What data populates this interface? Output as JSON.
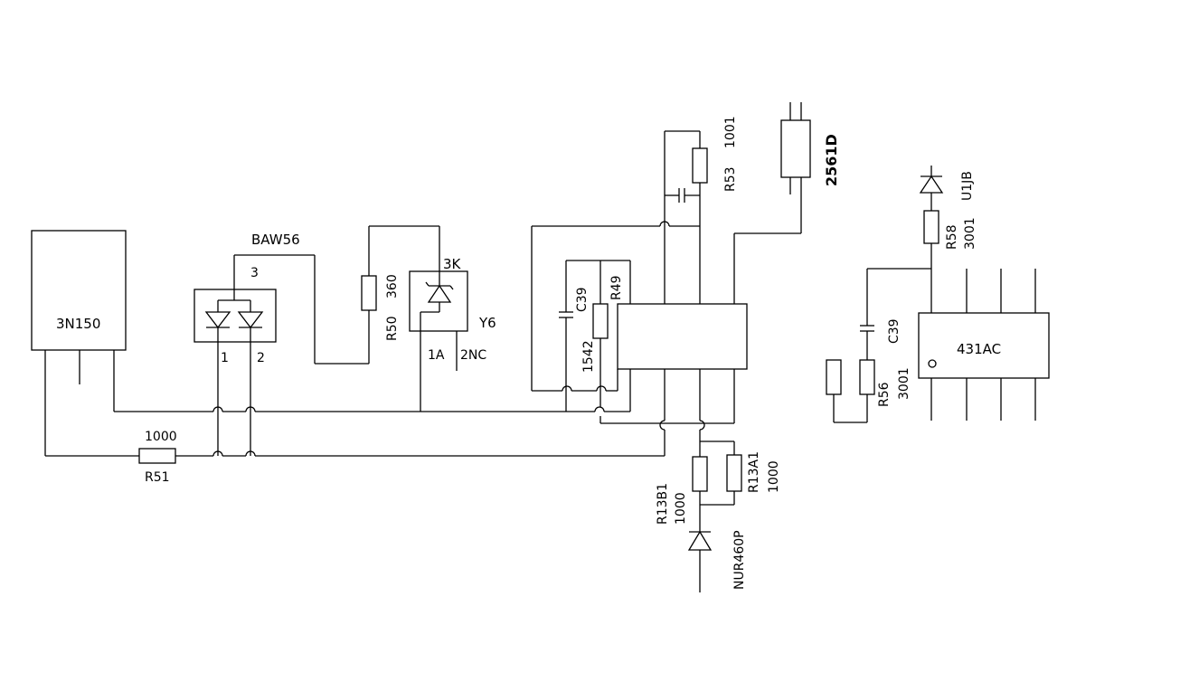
{
  "diagram": {
    "type": "electronic-schematic",
    "labels": {
      "chip_3n150": "3N150",
      "baw56": "BAW56",
      "baw56_pin3": "3",
      "baw56_pin1": "1",
      "baw56_pin2": "2",
      "r50_name": "R50",
      "r50_value": "360",
      "y6_pin3k": "3K",
      "y6_name": "Y6",
      "y6_pin1a": "1A",
      "y6_pin2nc": "2NC",
      "c39_left": "C39",
      "c39_left_value": "1542",
      "r49": "R49",
      "r53": "R53",
      "r53_value": "1001",
      "conn_2561d": "2561D",
      "r51_value": "1000",
      "r51_name": "R51",
      "r13b1": "R13B1",
      "r13b1_value": "1000",
      "r13a1": "R13A1",
      "r13a1_value": "1000",
      "nur460p": "NUR460P",
      "u1jb": "U1JB",
      "r58": "R58",
      "r58_value": "3001",
      "c39_right": "C39",
      "r56": "R56",
      "r56_value": "3001",
      "chip_431ac": "431AC"
    }
  }
}
